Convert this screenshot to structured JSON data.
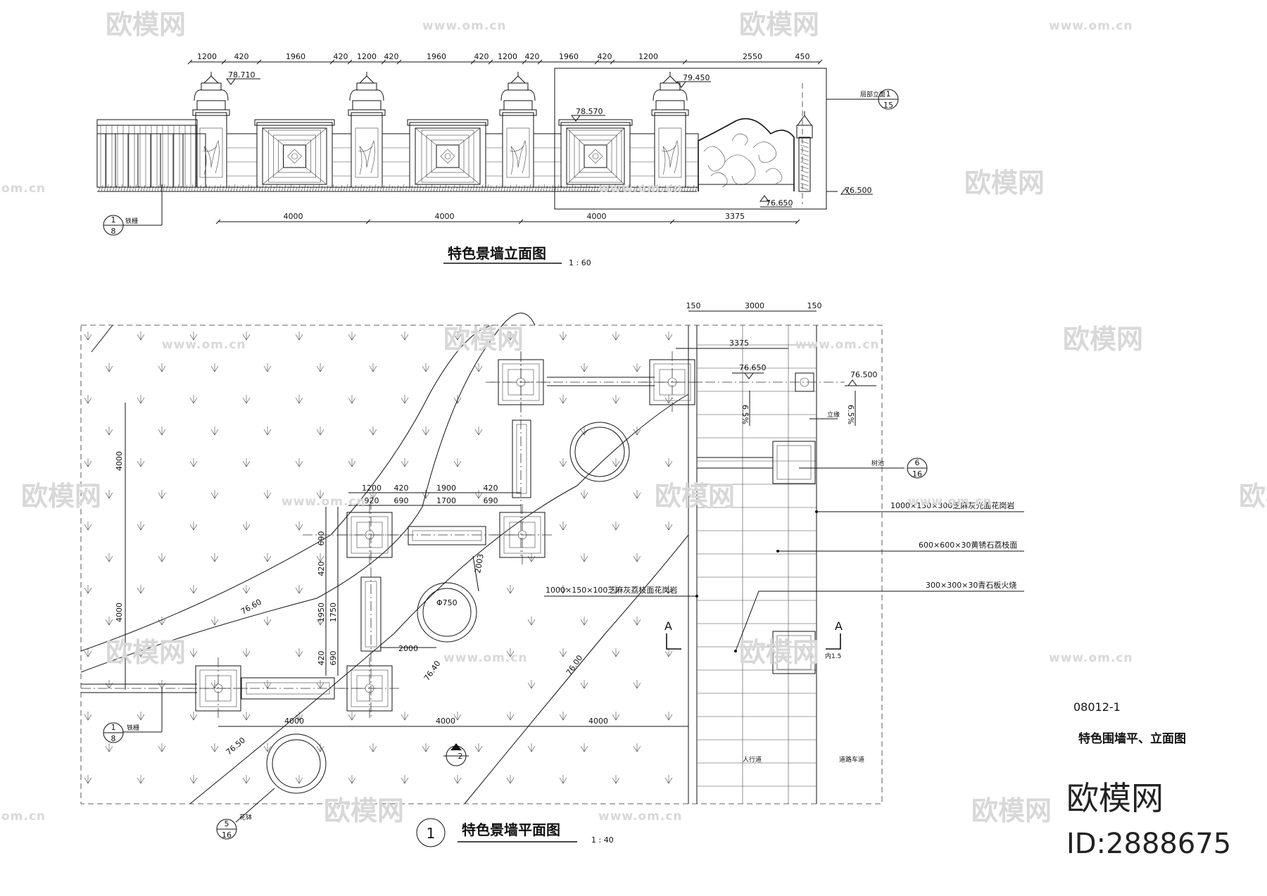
{
  "elevation": {
    "title": "特色景墙立面图",
    "scale": "1 : 60",
    "top_dims": [
      "1200",
      "420",
      "1960",
      "420",
      "1200",
      "420",
      "1960",
      "420",
      "1200",
      "420",
      "1960",
      "420",
      "1200",
      "2550",
      "450"
    ],
    "bottom_dims": [
      "4000",
      "4000",
      "4000",
      "3375"
    ],
    "levels": [
      "78.710",
      "79.450",
      "78.570",
      "76.650",
      "76.500"
    ],
    "note_partial": "局部立面",
    "note_railing": "铁栅",
    "ref_top": {
      "num": "1",
      "sheet": "15"
    },
    "ref_left": {
      "num": "1",
      "sheet": "8"
    }
  },
  "plan": {
    "title": "特色景墙平面图",
    "scale": "1 : 40",
    "index_circle": "1",
    "top_dims": [
      "150",
      "3000",
      "150"
    ],
    "dim_3375": "3375",
    "levels": [
      "76.650",
      "76.500"
    ],
    "slopes": [
      "6.5%",
      "6.5%"
    ],
    "note_curb": "立缘",
    "note_tree_pool": "树池",
    "ref_tree_pool": {
      "num": "6",
      "sheet": "16"
    },
    "materials": [
      "1000×150×300芝麻灰光面花岗岩",
      "600×600×30黄锈石荔枝面",
      "300×300×30青石板火烧",
      "1000×150×100芝麻灰荔枝面花岗岩"
    ],
    "inner_dims_h": [
      "1200",
      "420",
      "1900",
      "420"
    ],
    "inner_dims_h2": [
      "920",
      "690",
      "1700",
      "690"
    ],
    "inner_dims_v": [
      "690",
      "420",
      "1950",
      "1750",
      "420",
      "690"
    ],
    "left_dims_v": [
      "4000",
      "4000"
    ],
    "bottom_dims": [
      "4000",
      "4000",
      "4000"
    ],
    "dim_2000_h": "2000",
    "dim_2003_v": "2003",
    "dia_label": "Φ750",
    "contours": [
      "76.60",
      "76.40",
      "76.00",
      "76.50"
    ],
    "section_marks": [
      "A",
      "A"
    ],
    "note_partial": "内1.5",
    "ref_left": {
      "num": "1",
      "sheet": "8"
    },
    "ref_bottom": {
      "num": "5",
      "sheet": "16"
    },
    "note_railing": "铁栅",
    "note_planter": "花钵",
    "north_num": "2",
    "sidewalk": "人行道",
    "road": "道路车道"
  },
  "sheet": {
    "code": "08012-1",
    "name": "特色围墙平、立面图",
    "logo": "欧模网",
    "id_text": "ID:2888675"
  },
  "watermark": {
    "logo_text": "欧模网",
    "url_text": "www.om.cn",
    "short_url": "om.cn",
    "partial": "欧模网"
  }
}
